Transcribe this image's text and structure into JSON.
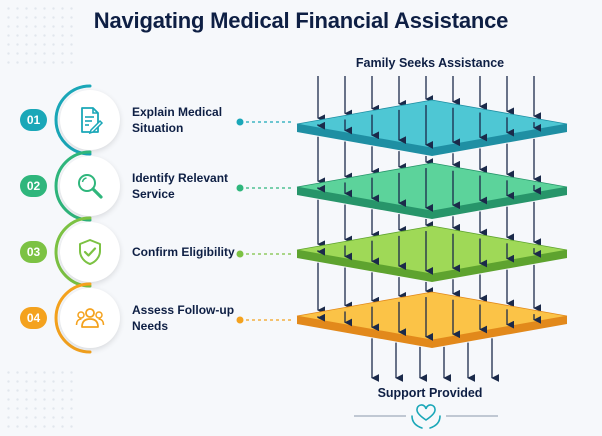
{
  "title": "Navigating Medical Financial Assistance",
  "flow": {
    "start_label": "Family Seeks Assistance",
    "end_label": "Support Provided"
  },
  "steps": [
    {
      "number": "01",
      "label_line1": "Explain Medical",
      "label_line2": "Situation",
      "icon": "document-pen-icon",
      "color": "#1aa7b8"
    },
    {
      "number": "02",
      "label_line1": "Identify Relevant",
      "label_line2": "Service",
      "icon": "magnifier-icon",
      "color": "#2fb67c"
    },
    {
      "number": "03",
      "label_line1": "Confirm Eligibility",
      "label_line2": "",
      "icon": "shield-check-icon",
      "color": "#7cc243"
    },
    {
      "number": "04",
      "label_line1": "Assess Follow-up",
      "label_line2": "Needs",
      "icon": "people-icon",
      "color": "#f4a21e"
    }
  ],
  "layers": [
    {
      "name": "layer-teal",
      "top": "#4ec7d4",
      "side": "#1f8fa3"
    },
    {
      "name": "layer-green",
      "top": "#5cd39b",
      "side": "#27956a"
    },
    {
      "name": "layer-lime",
      "top": "#9fd957",
      "side": "#5ea32f"
    },
    {
      "name": "layer-orange",
      "top": "#fbc347",
      "side": "#e2891b"
    }
  ],
  "footer_icon": "heart-hands-icon"
}
